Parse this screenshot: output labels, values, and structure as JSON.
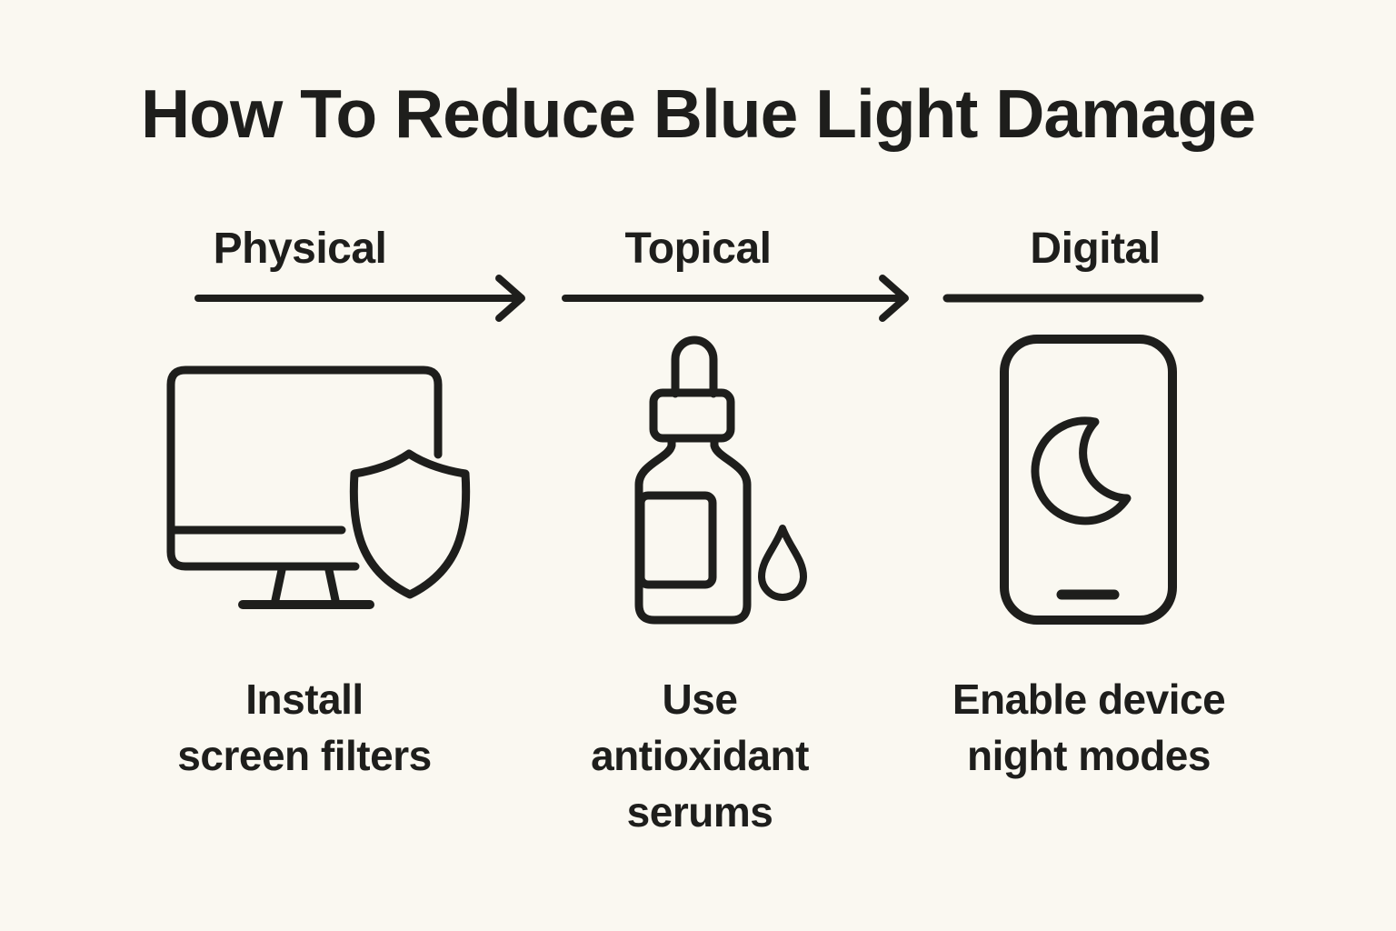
{
  "title": "How To Reduce Blue Light Damage",
  "colors": {
    "background": "#FAF8F1",
    "ink": "#1E1E1C"
  },
  "columns": [
    {
      "label": "Physical",
      "connector": "arrow-right",
      "icon": "monitor-shield-icon",
      "caption": "Install\nscreen filters"
    },
    {
      "label": "Topical",
      "connector": "arrow-right",
      "icon": "dropper-bottle-icon",
      "caption": "Use\nantioxidant\nserums"
    },
    {
      "label": "Digital",
      "connector": "plain-line",
      "icon": "phone-night-mode-icon",
      "caption": "Enable device\nnight modes"
    }
  ]
}
